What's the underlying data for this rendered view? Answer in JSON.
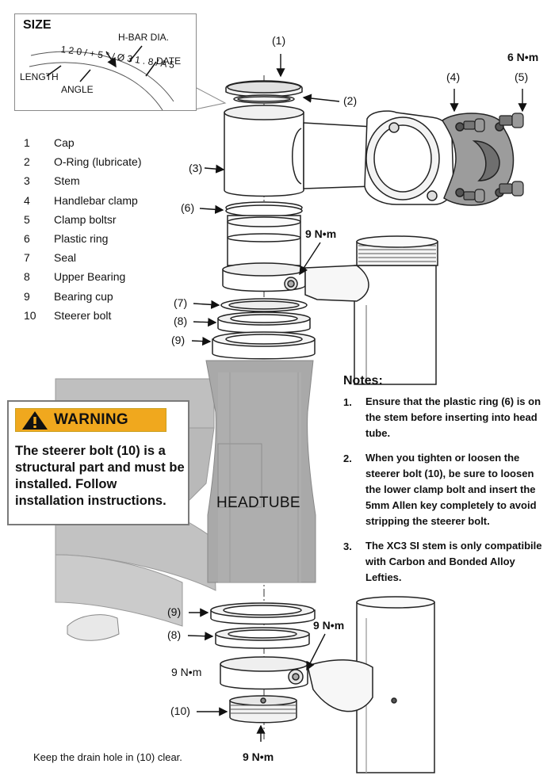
{
  "size_callout": {
    "title": "SIZE",
    "labels": [
      "H-BAR DIA.",
      "DATE",
      "LENGTH",
      "ANGLE"
    ],
    "scale_text": "1 2 0 / + 5 ° / Ø 3 1 . 8 / A 5"
  },
  "parts": [
    {
      "num": "1",
      "name": "Cap"
    },
    {
      "num": "2",
      "name": "O-Ring (lubricate)"
    },
    {
      "num": "3",
      "name": "Stem"
    },
    {
      "num": "4",
      "name": "Handlebar clamp"
    },
    {
      "num": "5",
      "name": "Clamp boltsr"
    },
    {
      "num": "6",
      "name": "Plastic ring"
    },
    {
      "num": "7",
      "name": "Seal"
    },
    {
      "num": "8",
      "name": "Upper Bearing"
    },
    {
      "num": "9",
      "name": "Bearing cup"
    },
    {
      "num": "10",
      "name": "Steerer bolt"
    }
  ],
  "callouts": {
    "c1": "(1)",
    "c2": "(2)",
    "c3": "(3)",
    "c4": "(4)",
    "c5": "(5)",
    "c6": "(6)",
    "c7": "(7)",
    "c8": "(8)",
    "c9": "(9)",
    "c9b": "(9)",
    "c8b": "(8)",
    "c10": "(10)"
  },
  "torques": {
    "clamp": "6 N•m",
    "upper_clamp": "9 N•m",
    "lower_clamp_right": "9 N•m",
    "lower_clamp_left": "9 N•m",
    "steerer_bolt": "9 N•m"
  },
  "warning": {
    "title": "WARNING",
    "body": "The steerer bolt (10) is a structural part and must be installed.  Follow installation instructions."
  },
  "notes": {
    "title": "Notes:",
    "items": [
      {
        "num": "1.",
        "text": "Ensure that the plastic ring (6) is on the stem before inserting  into head tube."
      },
      {
        "num": "2.",
        "text": "When you tighten or loosen the steerer bolt (10), be sure to loosen the lower clamp bolt and insert the 5mm Allen key completely to avoid stripping the steerer bolt."
      },
      {
        "num": "3.",
        "text": "The XC3 SI stem is only compatibile with Carbon and Bonded Alloy Lefties."
      }
    ]
  },
  "headtube_label": "HEADTUBE",
  "footer": "Keep the drain hole in (10) clear.",
  "colors": {
    "warning": "#f0a81e",
    "headtube": "#a9a9a9",
    "frame": "#bfbfbf",
    "line": "#222222"
  }
}
